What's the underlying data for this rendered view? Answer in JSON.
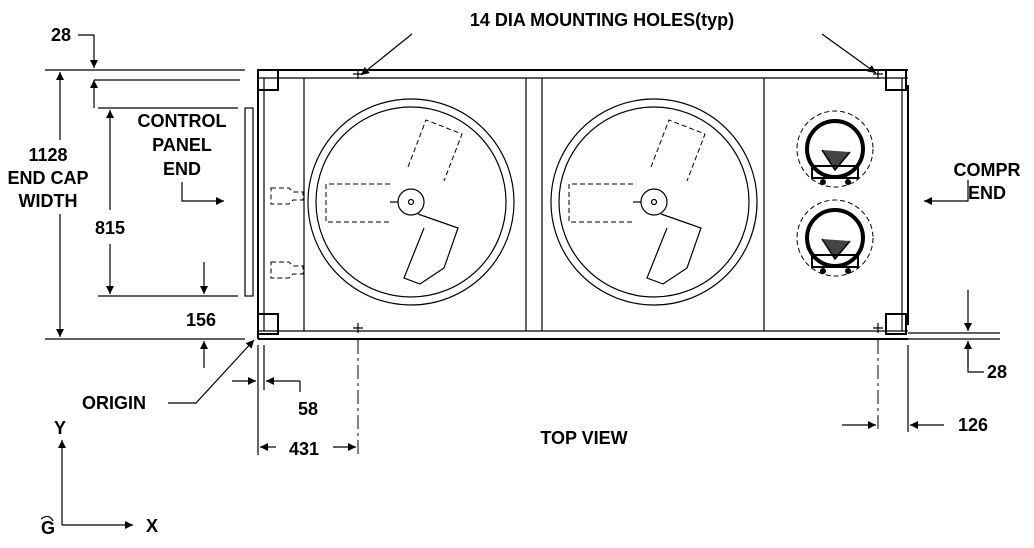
{
  "labels": {
    "mounting_holes": "14 DIA MOUNTING HOLES(typ)",
    "control_panel_end_1": "CONTROL",
    "control_panel_end_2": "PANEL",
    "control_panel_end_3": "END",
    "compr_end_1": "COMPR",
    "compr_end_2": "END",
    "end_cap_1": "1128",
    "end_cap_2": "END CAP",
    "end_cap_3": "WIDTH",
    "origin": "ORIGIN",
    "top_view": "TOP VIEW",
    "axis_y": "Y",
    "axis_x": "X",
    "cg_symbol": "G"
  },
  "dimensions": {
    "top_offset": "28",
    "height_815": "815",
    "bottom_offset": "156",
    "bottom_right_offset": "28",
    "left_58": "58",
    "left_431": "431",
    "right_126": "126"
  }
}
